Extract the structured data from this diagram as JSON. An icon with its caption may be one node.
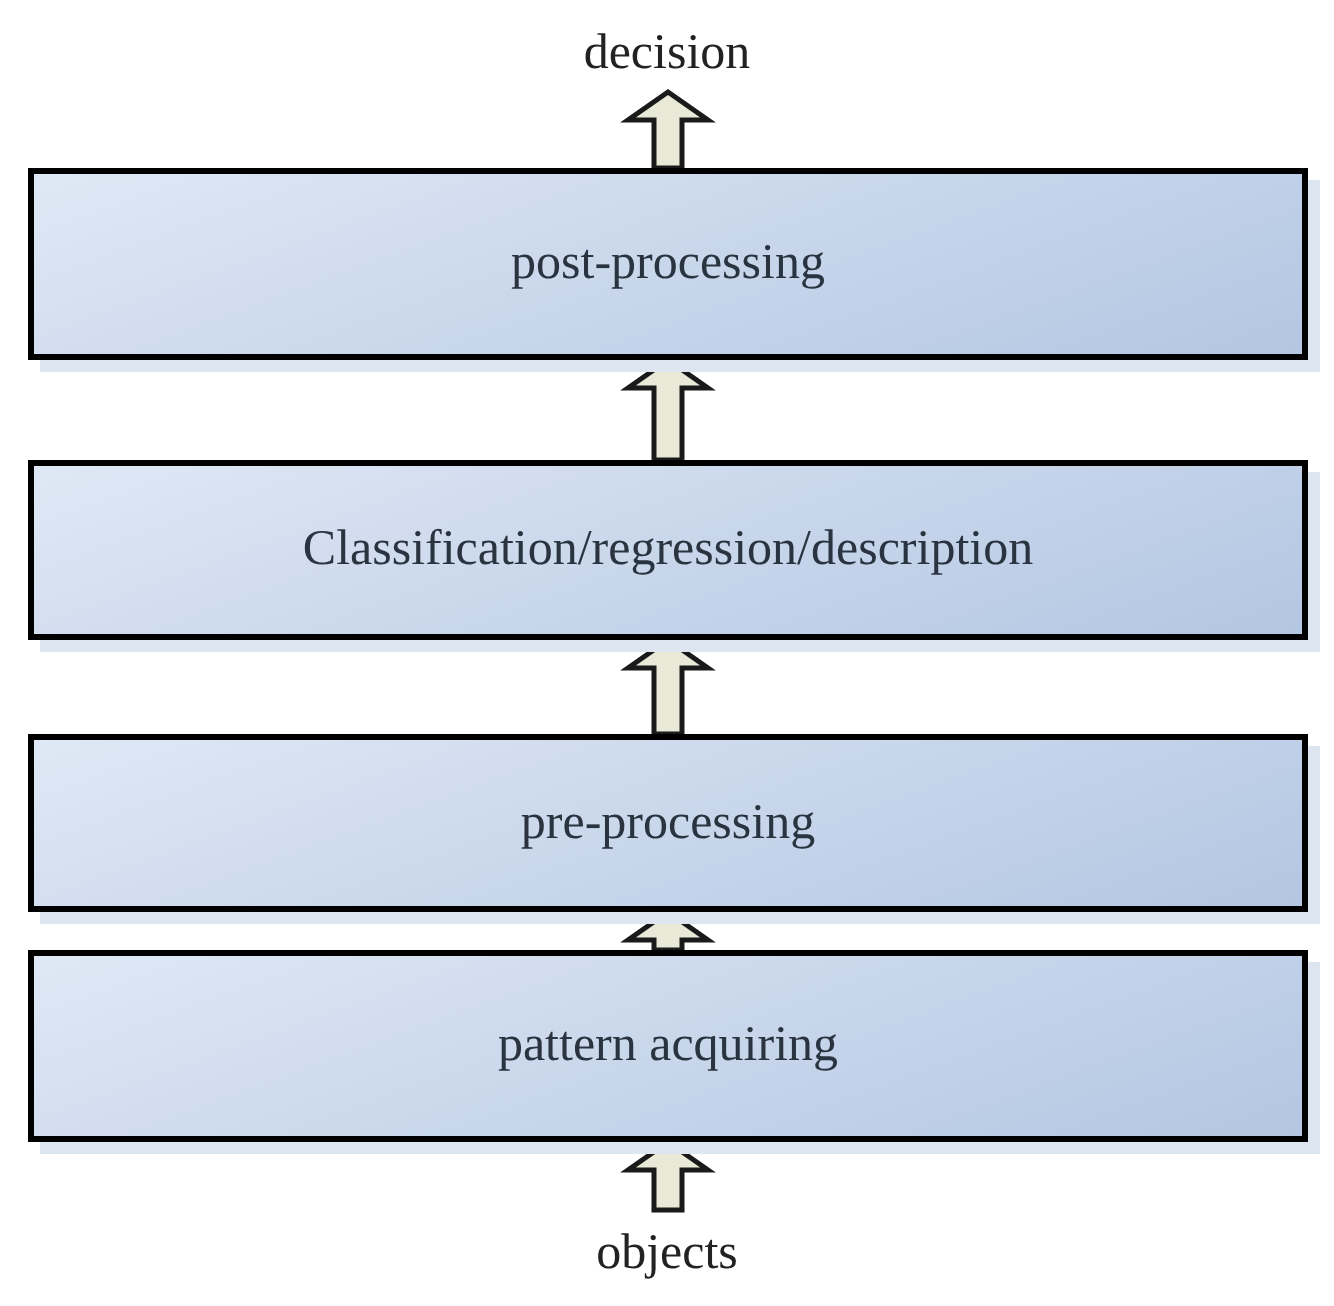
{
  "diagram": {
    "nodes": [
      {
        "text": [
          "decision"
        ]
      },
      {
        "text": [
          "post-processing"
        ]
      },
      {
        "text": [
          "Classification/regression/description"
        ]
      },
      {
        "text": [
          "pre-processing"
        ]
      },
      {
        "text": [
          "pattern acquiring"
        ]
      },
      {
        "text": [
          "objects"
        ]
      }
    ],
    "edges": [
      {
        "from": 5,
        "to": 4,
        "arrow": "to"
      },
      {
        "from": 4,
        "to": 3,
        "arrow": "to"
      },
      {
        "from": 3,
        "to": 2,
        "arrow": "to"
      },
      {
        "from": 2,
        "to": 1,
        "arrow": "to"
      },
      {
        "from": 1,
        "to": 0,
        "arrow": "to"
      }
    ]
  }
}
